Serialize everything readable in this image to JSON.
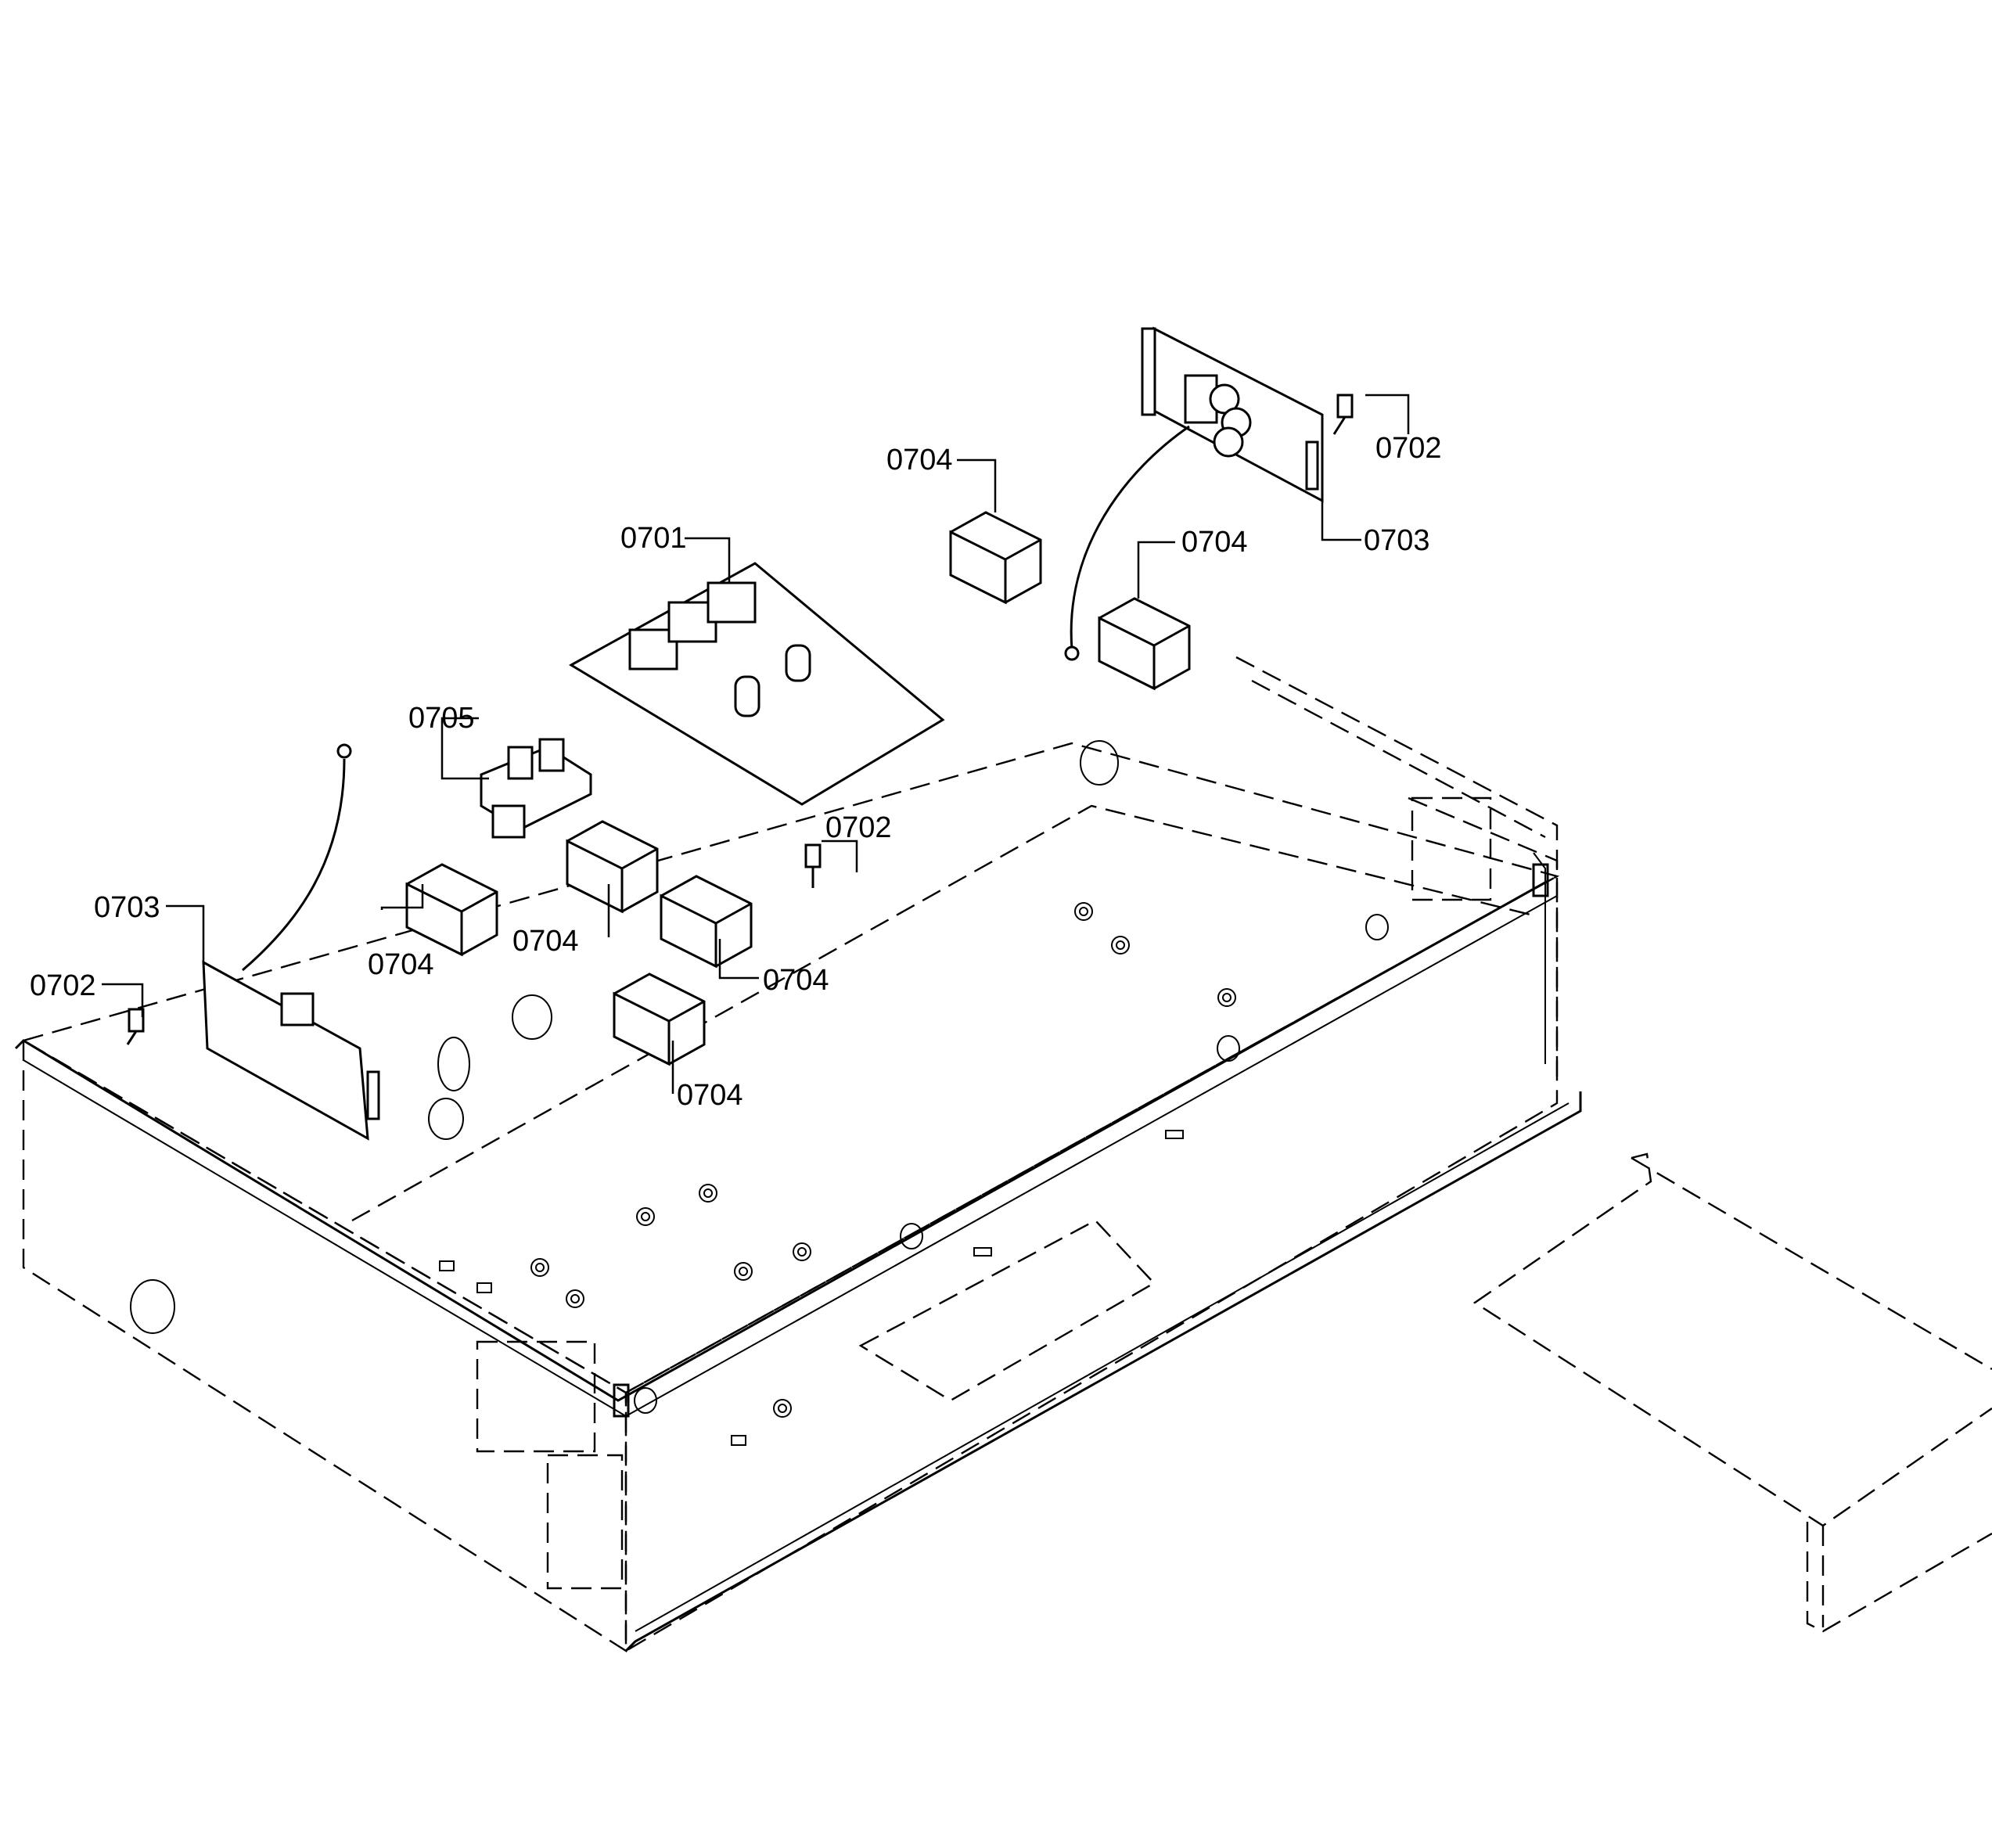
{
  "callouts": [
    {
      "id": "c1",
      "text": "0701"
    },
    {
      "id": "c2",
      "text": "0702"
    },
    {
      "id": "c3",
      "text": "0702"
    },
    {
      "id": "c4",
      "text": "0702"
    },
    {
      "id": "c5",
      "text": "0703"
    },
    {
      "id": "c6",
      "text": "0703"
    },
    {
      "id": "c7",
      "text": "0704"
    },
    {
      "id": "c8",
      "text": "0704"
    },
    {
      "id": "c9",
      "text": "0704"
    },
    {
      "id": "c10",
      "text": "0704"
    },
    {
      "id": "c11",
      "text": "0704"
    },
    {
      "id": "c12",
      "text": "0704"
    },
    {
      "id": "c13",
      "text": "0705"
    }
  ]
}
